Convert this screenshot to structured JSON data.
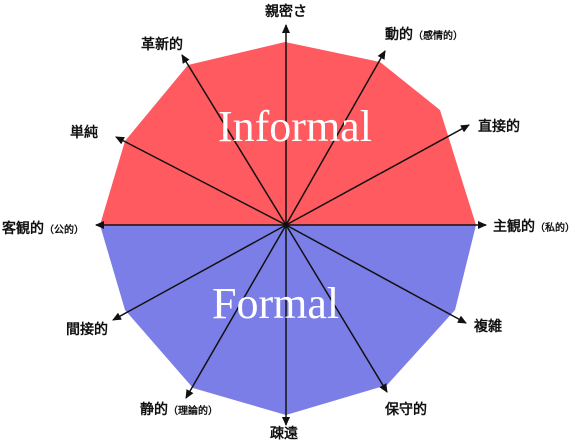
{
  "colors": {
    "informal_fill": "#ff5a5f",
    "formal_fill": "#7b7ee6",
    "axis_line": "#111111",
    "region_text": "#ffffff"
  },
  "regions": {
    "informal": "Informal",
    "formal": "Formal"
  },
  "axes": [
    {
      "key": "closeness",
      "label": "親密さ",
      "sub": ""
    },
    {
      "key": "dynamic",
      "label": "動的",
      "sub": "（感情的）"
    },
    {
      "key": "direct",
      "label": "直接的",
      "sub": ""
    },
    {
      "key": "subjective",
      "label": "主観的",
      "sub": "（私的）"
    },
    {
      "key": "complex",
      "label": "複雑",
      "sub": ""
    },
    {
      "key": "conservative",
      "label": "保守的",
      "sub": ""
    },
    {
      "key": "distant",
      "label": "疎遠",
      "sub": ""
    },
    {
      "key": "static",
      "label": "静的",
      "sub": "（理論的）"
    },
    {
      "key": "indirect",
      "label": "間接的",
      "sub": ""
    },
    {
      "key": "objective",
      "label": "客観的",
      "sub": "（公的）"
    },
    {
      "key": "simple",
      "label": "単純",
      "sub": ""
    },
    {
      "key": "innovative",
      "label": "革新的",
      "sub": ""
    }
  ]
}
